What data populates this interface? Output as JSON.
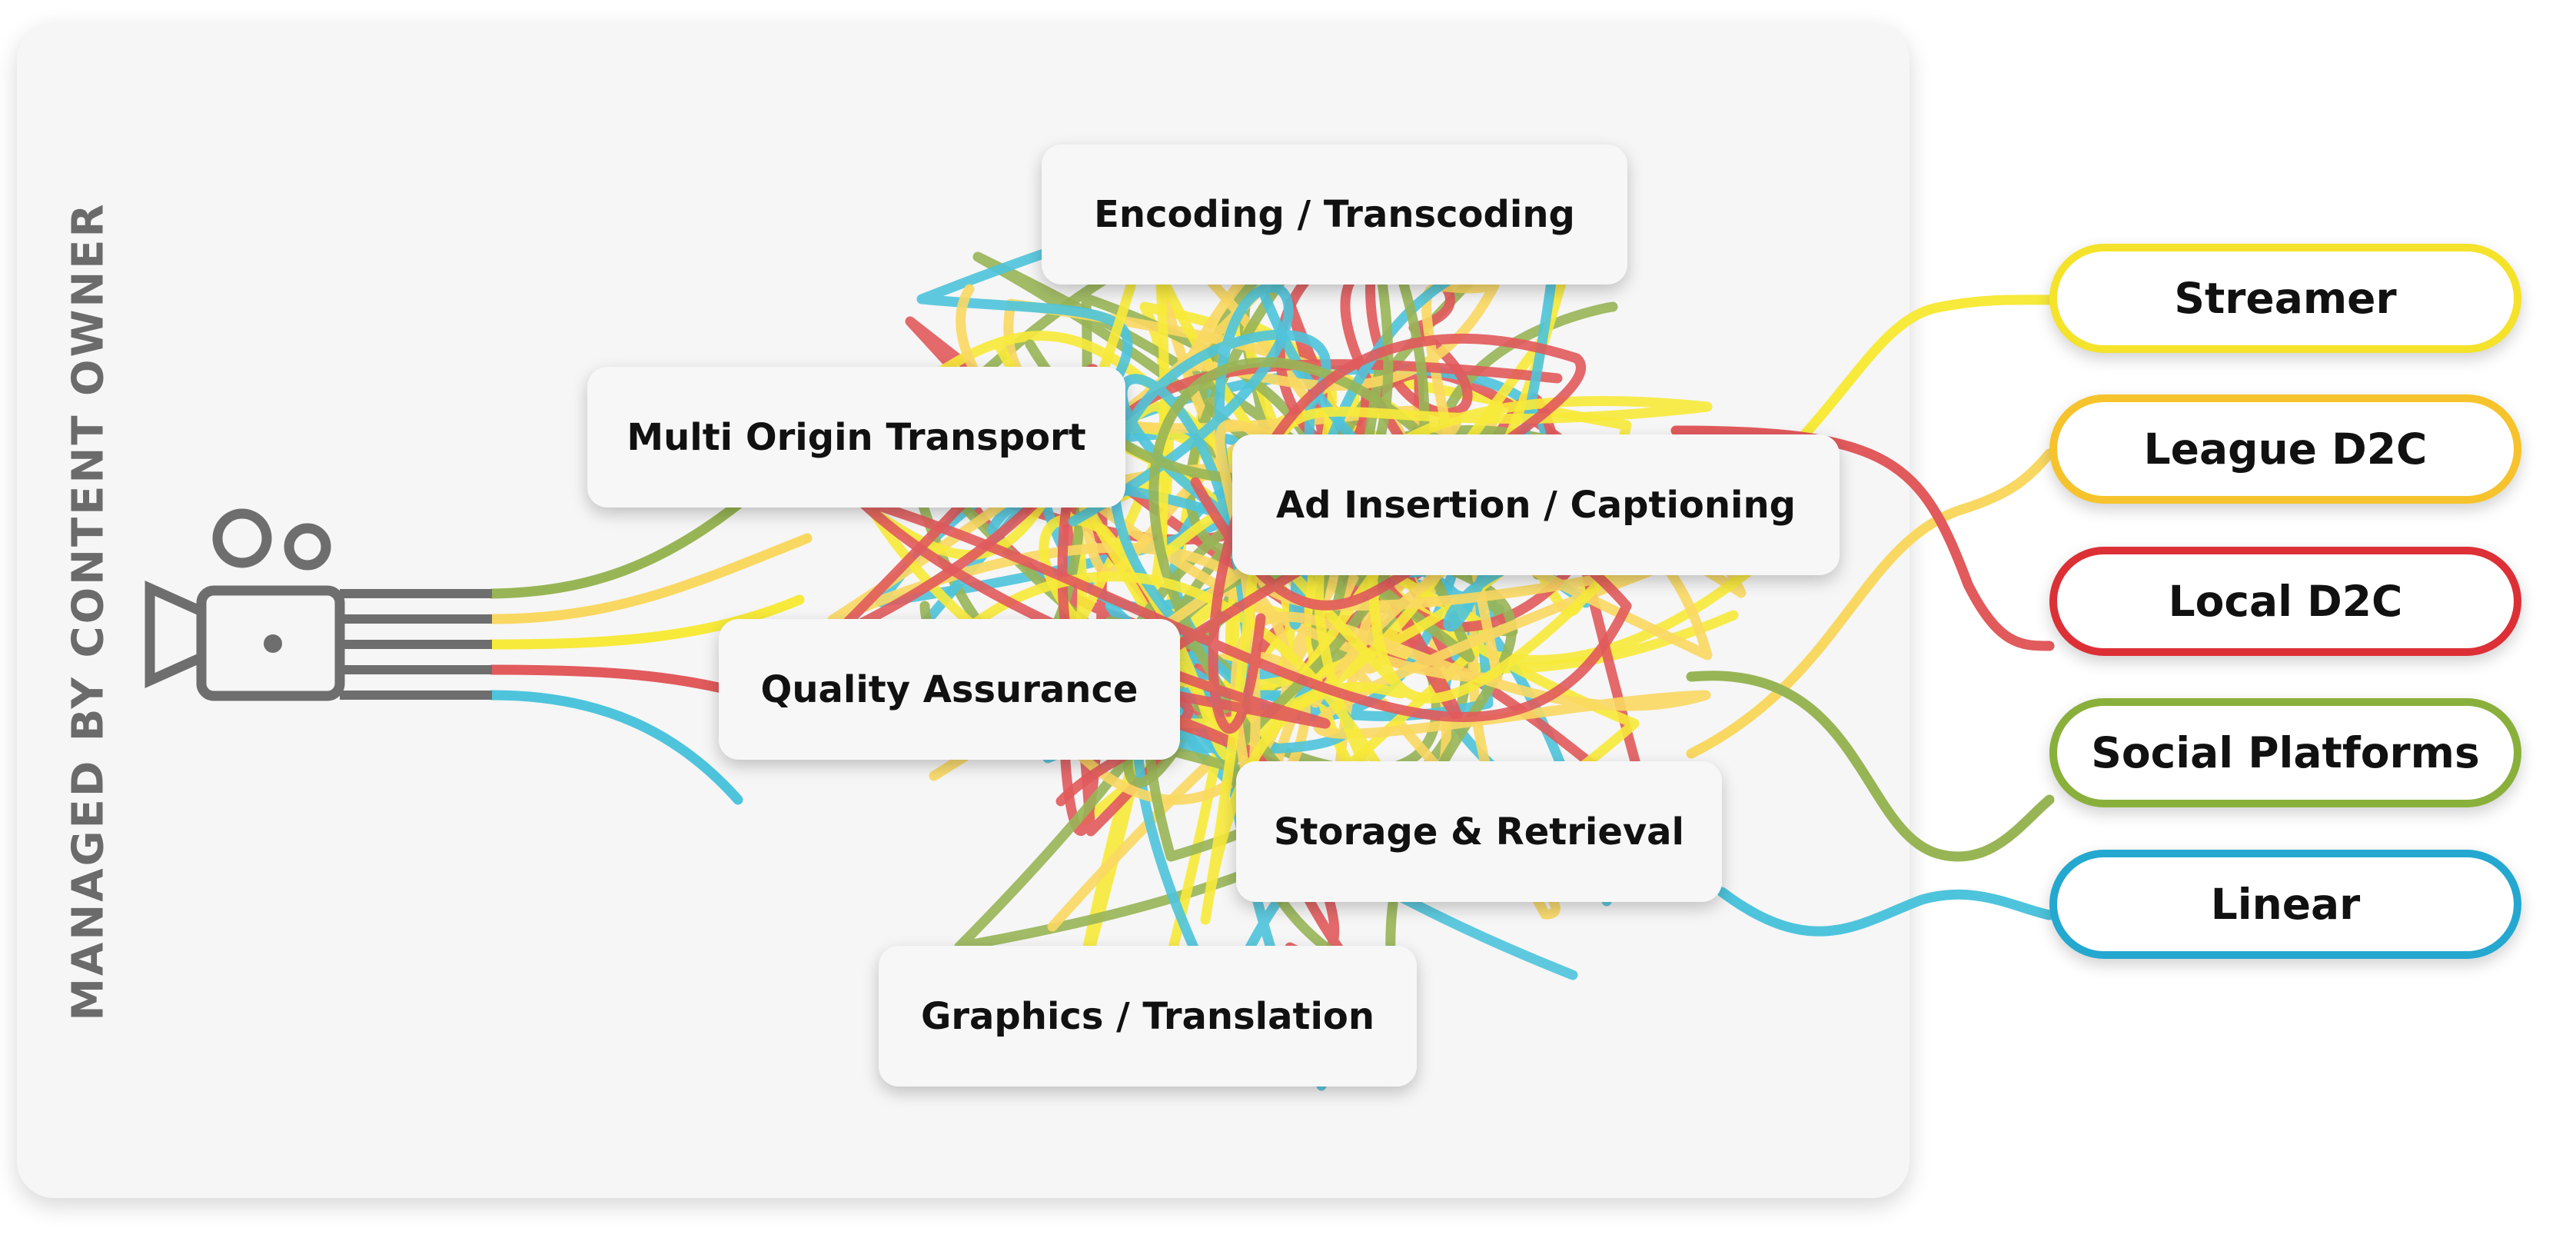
{
  "side_label": "MANAGED BY CONTENT OWNER",
  "processes": {
    "encoding": "Encoding / Transcoding",
    "transport": "Multi Origin Transport",
    "ad_insertion": "Ad Insertion / Captioning",
    "quality": "Quality Assurance",
    "storage": "Storage & Retrieval",
    "graphics": "Graphics / Translation"
  },
  "destinations": [
    {
      "label": "Streamer",
      "color": "#f4e32a"
    },
    {
      "label": "League D2C",
      "color": "#f6c32c"
    },
    {
      "label": "Local D2C",
      "color": "#dc3036"
    },
    {
      "label": "Social Platforms",
      "color": "#8ab03c"
    },
    {
      "label": "Linear",
      "color": "#24a8d0"
    }
  ],
  "wire_colors": {
    "yellow": "#f7ea3a",
    "gold": "#f9d862",
    "red": "#e15a5c",
    "green": "#98b556",
    "blue": "#4ec4dc"
  },
  "icons": {
    "camera": "video-camera-icon"
  }
}
